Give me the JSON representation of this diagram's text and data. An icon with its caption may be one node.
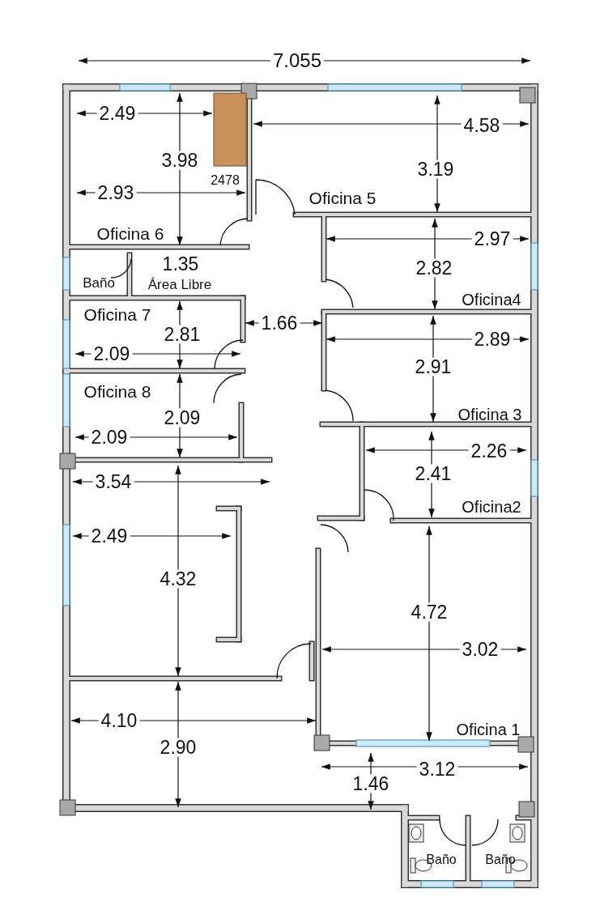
{
  "diagram": {
    "nodes": [
      {
        "text": [
          "Oficina 6"
        ]
      },
      {
        "text": [
          "Oficina 5"
        ]
      },
      {
        "text": [
          "Baño"
        ]
      },
      {
        "text": [
          "Área Libre"
        ]
      },
      {
        "text": [
          "Oficina4"
        ]
      },
      {
        "text": [
          "Oficina 7"
        ]
      },
      {
        "text": [
          "Oficina 3"
        ]
      },
      {
        "text": [
          "Oficina 8"
        ]
      },
      {
        "text": [
          "Oficina2"
        ]
      },
      {
        "text": [
          "Oficina 1"
        ]
      },
      {
        "text": [
          "Baño"
        ]
      },
      {
        "text": [
          "Baño"
        ]
      }
    ],
    "labels": [
      "7.055",
      "2.49",
      "3.98",
      "4.58",
      "3.19",
      "2478",
      "2.93",
      "2.97",
      "1.35",
      "2.82",
      "2.81",
      "1.66",
      "2.89",
      "2.09",
      "2.91",
      "2.09",
      "2.09",
      "2.26",
      "3.54",
      "2.41",
      "2.49",
      "4.32",
      "4.72",
      "3.02",
      "4.10",
      "2.90",
      "3.12",
      "1.46"
    ]
  }
}
